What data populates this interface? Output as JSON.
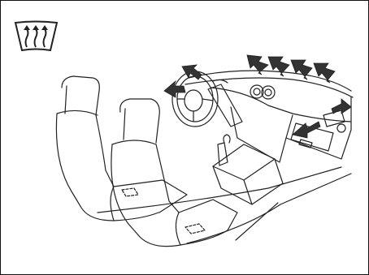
{
  "diagram": {
    "mode_icon": "windshield-defroster-icon",
    "illustration": "car-interior-airflow-illustration",
    "airflow_outlets": [
      "side-left",
      "windshield-1",
      "windshield-2",
      "windshield-3",
      "windshield-4",
      "side-right",
      "footwell-right"
    ],
    "colors": {
      "line": "#222222",
      "arrow_fill": "#333333",
      "background": "#ffffff",
      "frame": "#111111"
    }
  }
}
